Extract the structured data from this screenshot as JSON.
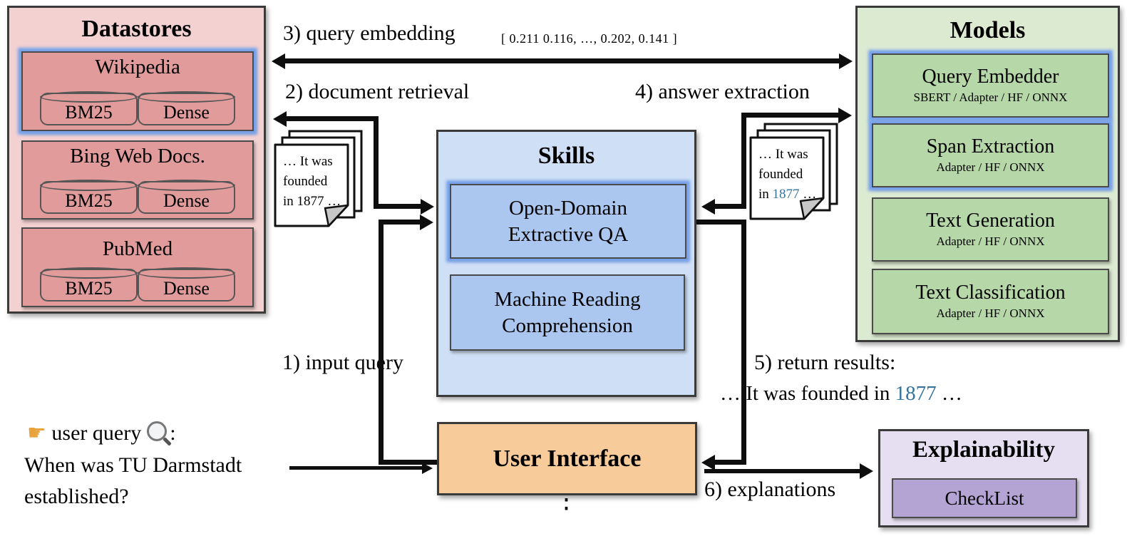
{
  "colors": {
    "datastore_fill": "#e29b9b",
    "datastore_panel": "#f3d1d1",
    "model_fill": "#b6d7a8",
    "model_panel": "#dcead2",
    "skill_fill": "#abc6ef",
    "skill_panel": "#cfe0f6",
    "ui_fill": "#f8cb9b",
    "explainability_panel": "#e5dff1",
    "explainability_fill": "#b3a4d4",
    "highlight_glow": "#79a3ea",
    "answer_text": "#35749c"
  },
  "datastores": {
    "title": "Datastores",
    "stores": [
      {
        "name": "Wikipedia",
        "indices": [
          "BM25",
          "Dense"
        ]
      },
      {
        "name": "Bing Web Docs.",
        "indices": [
          "BM25",
          "Dense"
        ]
      },
      {
        "name": "PubMed",
        "indices": [
          "BM25",
          "Dense"
        ]
      }
    ]
  },
  "models": {
    "title": "Models",
    "items": [
      {
        "name": "Query Embedder",
        "backends": "SBERT / Adapter / HF / ONNX"
      },
      {
        "name": "Span Extraction",
        "backends": "Adapter / HF / ONNX"
      },
      {
        "name": "Text Generation",
        "backends": "Adapter / HF / ONNX"
      },
      {
        "name": "Text Classification",
        "backends": "Adapter / HF / ONNX"
      }
    ]
  },
  "skills": {
    "title": "Skills",
    "items": [
      {
        "name": "Open-Domain Extractive QA"
      },
      {
        "name": "Machine Reading Comprehension"
      }
    ],
    "more_indicator": "⋮"
  },
  "user_interface": {
    "title": "User Interface"
  },
  "explainability": {
    "title": "Explainability",
    "tool": "CheckList"
  },
  "flow_labels": {
    "step1": "1) input query",
    "step2": "2) document retrieval",
    "step3": "3) query embedding",
    "step3_vector": "[ 0.211  0.116, …, 0.202, 0.141 ]",
    "step4": "4) answer extraction",
    "step5": "5) return results:",
    "step5_result_prefix": "… It was founded in ",
    "step5_answer": "1877",
    "step5_result_suffix": " …",
    "step6": "6) explanations"
  },
  "documents": {
    "left": {
      "line1": "… It was",
      "line2": "founded",
      "line3": "in 1877 …"
    },
    "right": {
      "line1": "… It was",
      "line2": "founded",
      "line3_prefix": "in ",
      "line3_answer": "1877",
      "line3_suffix": " …"
    }
  },
  "user_query": {
    "hand_icon": "☛",
    "label": "user query",
    "colon": ":",
    "line1": "When was TU Darmstadt",
    "line2": "established?"
  }
}
